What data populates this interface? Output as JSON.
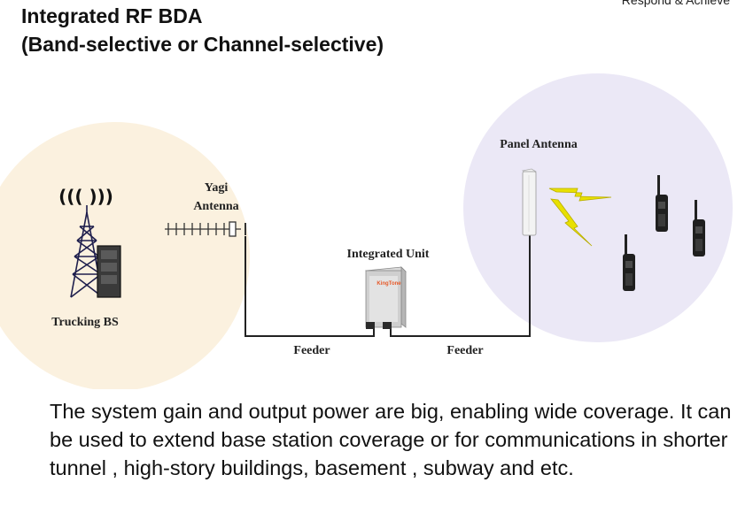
{
  "header": {
    "title_line1": "Integrated RF BDA",
    "title_line2": "(Band-selective or Channel-selective)",
    "tagline": "Respond & Achieve"
  },
  "diagram": {
    "labels": {
      "bs": "Trucking BS",
      "yagi_line1": "Yagi",
      "yagi_line2": "Antenna",
      "unit": "Integrated Unit",
      "unit_brand": "KingTone",
      "panel": "Panel Antenna",
      "feeder_left": "Feeder",
      "feeder_right": "Feeder",
      "radio_waves": "((( )))"
    },
    "colors": {
      "left_zone": "#fbf1df",
      "right_zone": "#ebe8f6",
      "feeder_line": "#222222",
      "lightning": "#e8e000",
      "unit_brand": "#e65a2a",
      "tower": "#1f1f4d"
    },
    "icons": {
      "tower": "cell-tower-icon",
      "yagi": "yagi-antenna-icon",
      "unit": "integrated-unit-cabinet-icon",
      "panel": "panel-antenna-icon",
      "lightning": "lightning-icon",
      "radio": "walkie-talkie-icon"
    }
  },
  "description": "The system gain and output power are big, enabling wide coverage. It can be used to extend base station coverage or for communications in shorter tunnel , high-story buildings, basement , subway  and etc."
}
